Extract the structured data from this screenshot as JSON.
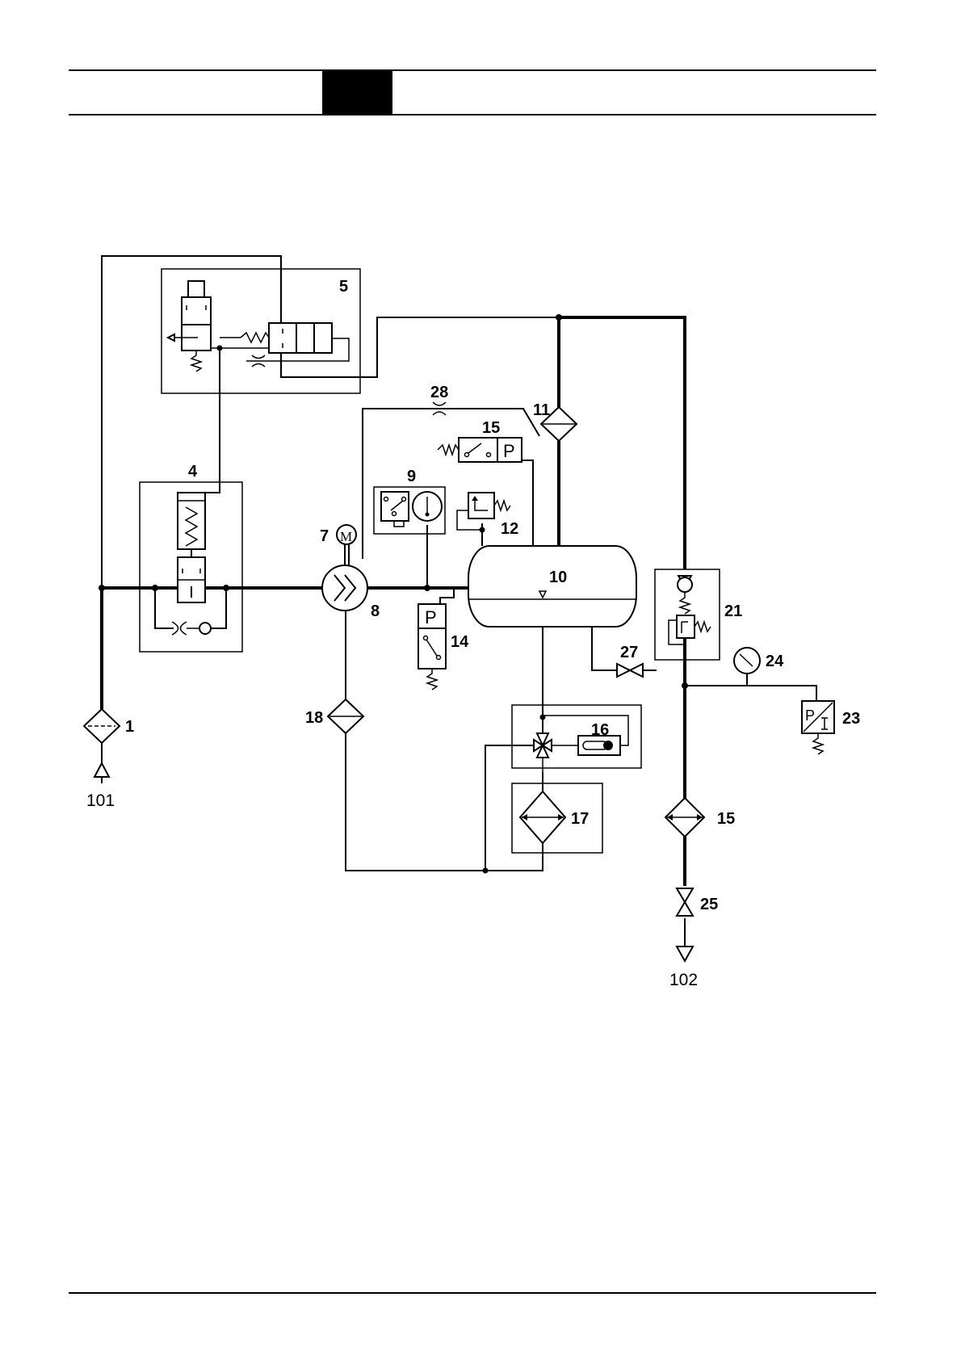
{
  "page": {
    "header_block_color": "#000000"
  },
  "labels": {
    "c1": "1",
    "c4": "4",
    "c5": "5",
    "c7": "7",
    "c8": "8",
    "c9": "9",
    "c10": "10",
    "c11": "11",
    "c12": "12",
    "c14": "14",
    "c15a": "15",
    "c15b": "15",
    "c16": "16",
    "c17": "17",
    "c18": "18",
    "c21": "21",
    "c23": "23",
    "c24": "24",
    "c25": "25",
    "c27": "27",
    "c28": "28",
    "p101": "101",
    "p102": "102"
  },
  "symbols": {
    "motor_letter": "M",
    "pressure_letter": "P"
  }
}
